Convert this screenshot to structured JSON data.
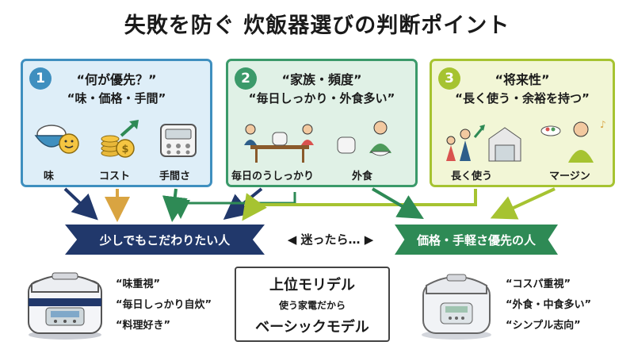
{
  "title": "失敗を防ぐ 炊飯器選びの判断ポイント",
  "panels": [
    {
      "number": "1",
      "q1": "“何が優先？”",
      "q2": "“味・価格・手間”",
      "labels": [
        "味",
        "コスト",
        "手間さ"
      ]
    },
    {
      "number": "2",
      "q1": "“家族・頻度”",
      "q2": "“毎日しっかり・外食多い”",
      "labels": [
        "毎日のうしっかり",
        "外食"
      ]
    },
    {
      "number": "3",
      "q1": "“将来性”",
      "q2": "“長く使う・余裕を持つ”",
      "labels": [
        "長く使う",
        "マージン"
      ]
    }
  ],
  "ribbon_left": "少しでもこだわりたい人",
  "ribbon_right": "価格・手軽さ優先の人",
  "mayou": "◀ 迷ったら… ▶",
  "center_box": {
    "line1": "上位モリデル",
    "line2": "使う家電だから",
    "line3": "ベーシックモデル"
  },
  "left_features": [
    "“味重視”",
    "“毎日しっかり自炊”",
    "“料理好き”"
  ],
  "right_features": [
    "“コスパ重視”",
    "“外食・中食多い”",
    "“シンプル志向”"
  ],
  "colors": {
    "panel1": "#3f8fbf",
    "panel2": "#3b9a6a",
    "panel3": "#a6c331",
    "ribbon_left": "#21386b",
    "ribbon_right": "#2e8a55",
    "arrow_gold": "#d9a441"
  }
}
